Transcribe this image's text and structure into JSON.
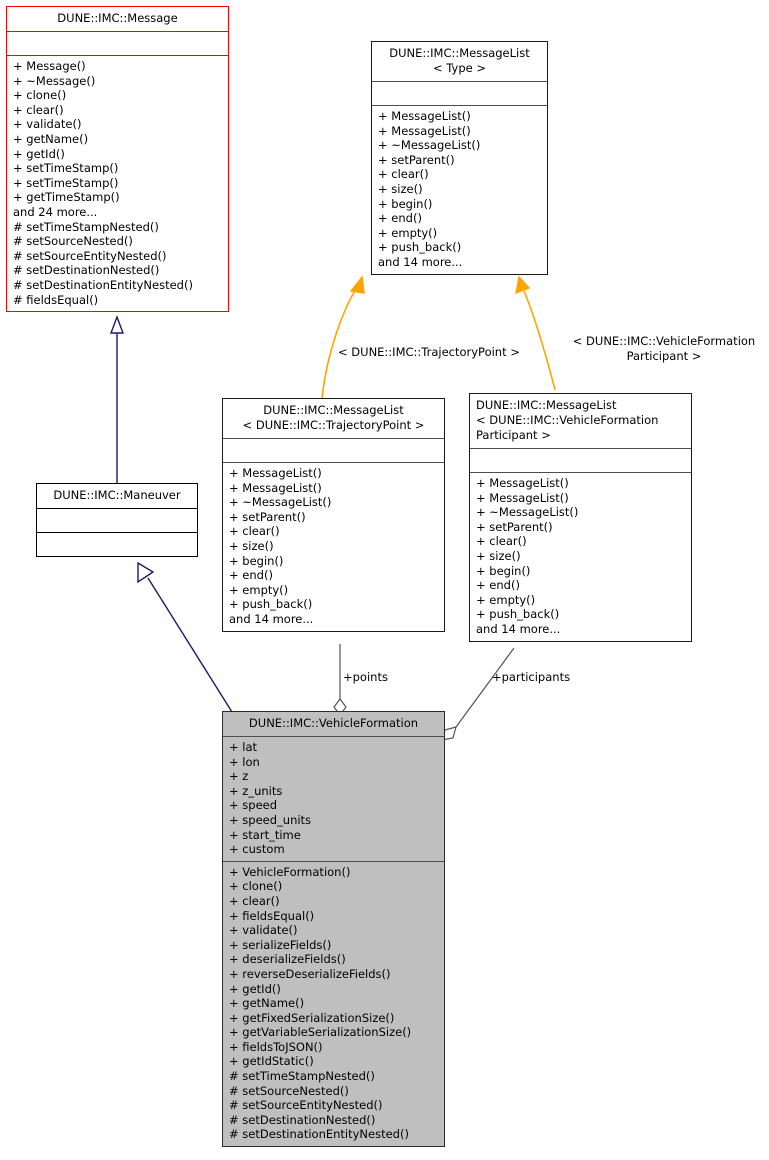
{
  "diagram": {
    "type": "uml-class-diagram",
    "title": "DUNE::IMC::VehicleFormation collaboration diagram",
    "colors": {
      "base_class_border": "#ff0000",
      "focus_class_fill": "#bfbfbf",
      "inheritance_edge": "#191970",
      "template_binding_edge": "#ffa500",
      "association_edge": "#4d4d4d",
      "default_border": "#000000",
      "background": "#ffffff"
    }
  },
  "classes": {
    "message": {
      "name": "DUNE::IMC::Message",
      "attributes": [],
      "operations": [
        "+ Message()",
        "+ ~Message()",
        "+ clone()",
        "+ clear()",
        "+ validate()",
        "+ getName()",
        "+ getId()",
        "+ setTimeStamp()",
        "+ setTimeStamp()",
        "+ getTimeStamp()",
        "and 24 more...",
        "# setTimeStampNested()",
        "# setSourceNested()",
        "# setSourceEntityNested()",
        "# setDestinationNested()",
        "# setDestinationEntityNested()",
        "# fieldsEqual()"
      ]
    },
    "messagelist_type": {
      "name": "DUNE::IMC::MessageList\n< Type >",
      "attributes": [],
      "operations": [
        "+ MessageList()",
        "+ MessageList()",
        "+ ~MessageList()",
        "+ setParent()",
        "+ clear()",
        "+ size()",
        "+ begin()",
        "+ end()",
        "+ empty()",
        "+ push_back()",
        "and 14 more..."
      ]
    },
    "maneuver": {
      "name": "DUNE::IMC::Maneuver",
      "attributes": [],
      "operations": []
    },
    "messagelist_trajectorypoint": {
      "name": "DUNE::IMC::MessageList\n< DUNE::IMC::TrajectoryPoint >",
      "attributes": [],
      "operations": [
        "+ MessageList()",
        "+ MessageList()",
        "+ ~MessageList()",
        "+ setParent()",
        "+ clear()",
        "+ size()",
        "+ begin()",
        "+ end()",
        "+ empty()",
        "+ push_back()",
        "and 14 more..."
      ]
    },
    "messagelist_vfparticipant": {
      "name": "DUNE::IMC::MessageList\n< DUNE::IMC::VehicleFormation\nParticipant >",
      "attributes": [],
      "operations": [
        "+ MessageList()",
        "+ MessageList()",
        "+ ~MessageList()",
        "+ setParent()",
        "+ clear()",
        "+ size()",
        "+ begin()",
        "+ end()",
        "+ empty()",
        "+ push_back()",
        "and 14 more..."
      ]
    },
    "vehicleformation": {
      "name": "DUNE::IMC::VehicleFormation",
      "attributes": [
        "+ lat",
        "+ lon",
        "+ z",
        "+ z_units",
        "+ speed",
        "+ speed_units",
        "+ start_time",
        "+ custom"
      ],
      "operations": [
        "+ VehicleFormation()",
        "+ clone()",
        "+ clear()",
        "+ fieldsEqual()",
        "+ validate()",
        "+ serializeFields()",
        "+ deserializeFields()",
        "+ reverseDeserializeFields()",
        "+ getId()",
        "+ getName()",
        "+ getFixedSerializationSize()",
        "+ getVariableSerializationSize()",
        "+ fieldsToJSON()",
        "+ getIdStatic()",
        "# setTimeStampNested()",
        "# setSourceNested()",
        "# setSourceEntityNested()",
        "# setDestinationNested()",
        "# setDestinationEntityNested()"
      ]
    }
  },
  "edge_labels": {
    "binding_trajectorypoint": "< DUNE::IMC::TrajectoryPoint >",
    "binding_vfparticipant": "< DUNE::IMC::VehicleFormation\nParticipant >",
    "assoc_points": "+points",
    "assoc_participants": "+participants"
  }
}
